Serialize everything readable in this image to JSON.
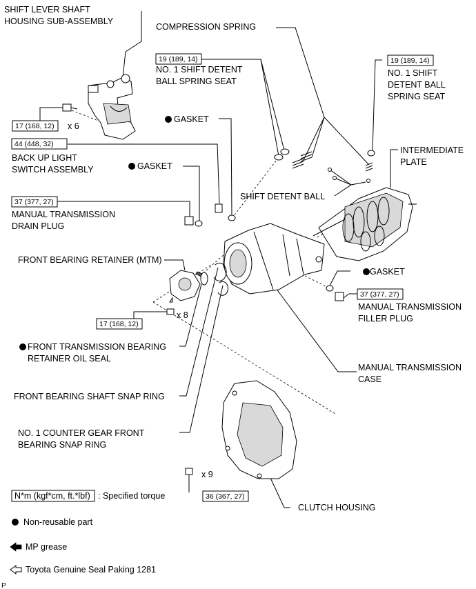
{
  "labels": {
    "shift_lever_1": "SHIFT LEVER SHAFT",
    "shift_lever_2": "HOUSING SUB-ASSEMBLY",
    "compression_spring": "COMPRESSION SPRING",
    "detent_seat_left_1": "NO. 1 SHIFT DETENT",
    "detent_seat_left_2": "BALL SPRING SEAT",
    "detent_seat_right_1": "NO. 1 SHIFT",
    "detent_seat_right_2": "DETENT BALL",
    "detent_seat_right_3": "SPRING SEAT",
    "gasket_upper": "GASKET",
    "gasket_middle": "GASKET",
    "gasket_right": "GASKET",
    "backup_1": "BACK UP LIGHT",
    "backup_2": "SWITCH ASSEMBLY",
    "intermediate_1": "INTERMEDIATE",
    "intermediate_2": "PLATE",
    "detent_ball": "SHIFT DETENT BALL",
    "drain_1": "MANUAL TRANSMISSION",
    "drain_2": "DRAIN PLUG",
    "front_retainer": "FRONT BEARING RETAINER (MTM)",
    "filler_1": "MANUAL TRANSMISSION",
    "filler_2": "FILLER PLUG",
    "oil_seal_1": "FRONT TRANSMISSION BEARING",
    "oil_seal_2": "RETAINER OIL SEAL",
    "case_1": "MANUAL TRANSMISSION",
    "case_2": "CASE",
    "shaft_snap": "FRONT BEARING SHAFT SNAP RING",
    "counter_1": "NO. 1 COUNTER GEAR FRONT",
    "counter_2": "BEARING SNAP RING",
    "clutch_housing": "CLUTCH HOUSING"
  },
  "torques": {
    "shift_lever_bolt": "17 (168, 12)",
    "backup_switch": "44 (448, 32)",
    "detent_seat_left": "19 (189, 14)",
    "detent_seat_right": "19 (189, 14)",
    "drain_plug": "37 (377, 27)",
    "front_retainer_bolt": "17 (168, 12)",
    "filler_plug": "37 (377, 27)",
    "clutch_housing_bolt": "36 (367, 27)"
  },
  "quantities": {
    "shift_lever_bolt": "x 6",
    "front_retainer_bolt": "x 8",
    "clutch_housing_bolt": "x 9"
  },
  "legend": {
    "torque_box": "N*m (kgf*cm, ft.*lbf)",
    "torque_text": ": Specified torque",
    "non_reusable": "Non-reusable part",
    "mp_grease": "MP grease",
    "seal_packing": "Toyota Genuine Seal Paking 1281"
  },
  "footer": {
    "code": "P"
  }
}
